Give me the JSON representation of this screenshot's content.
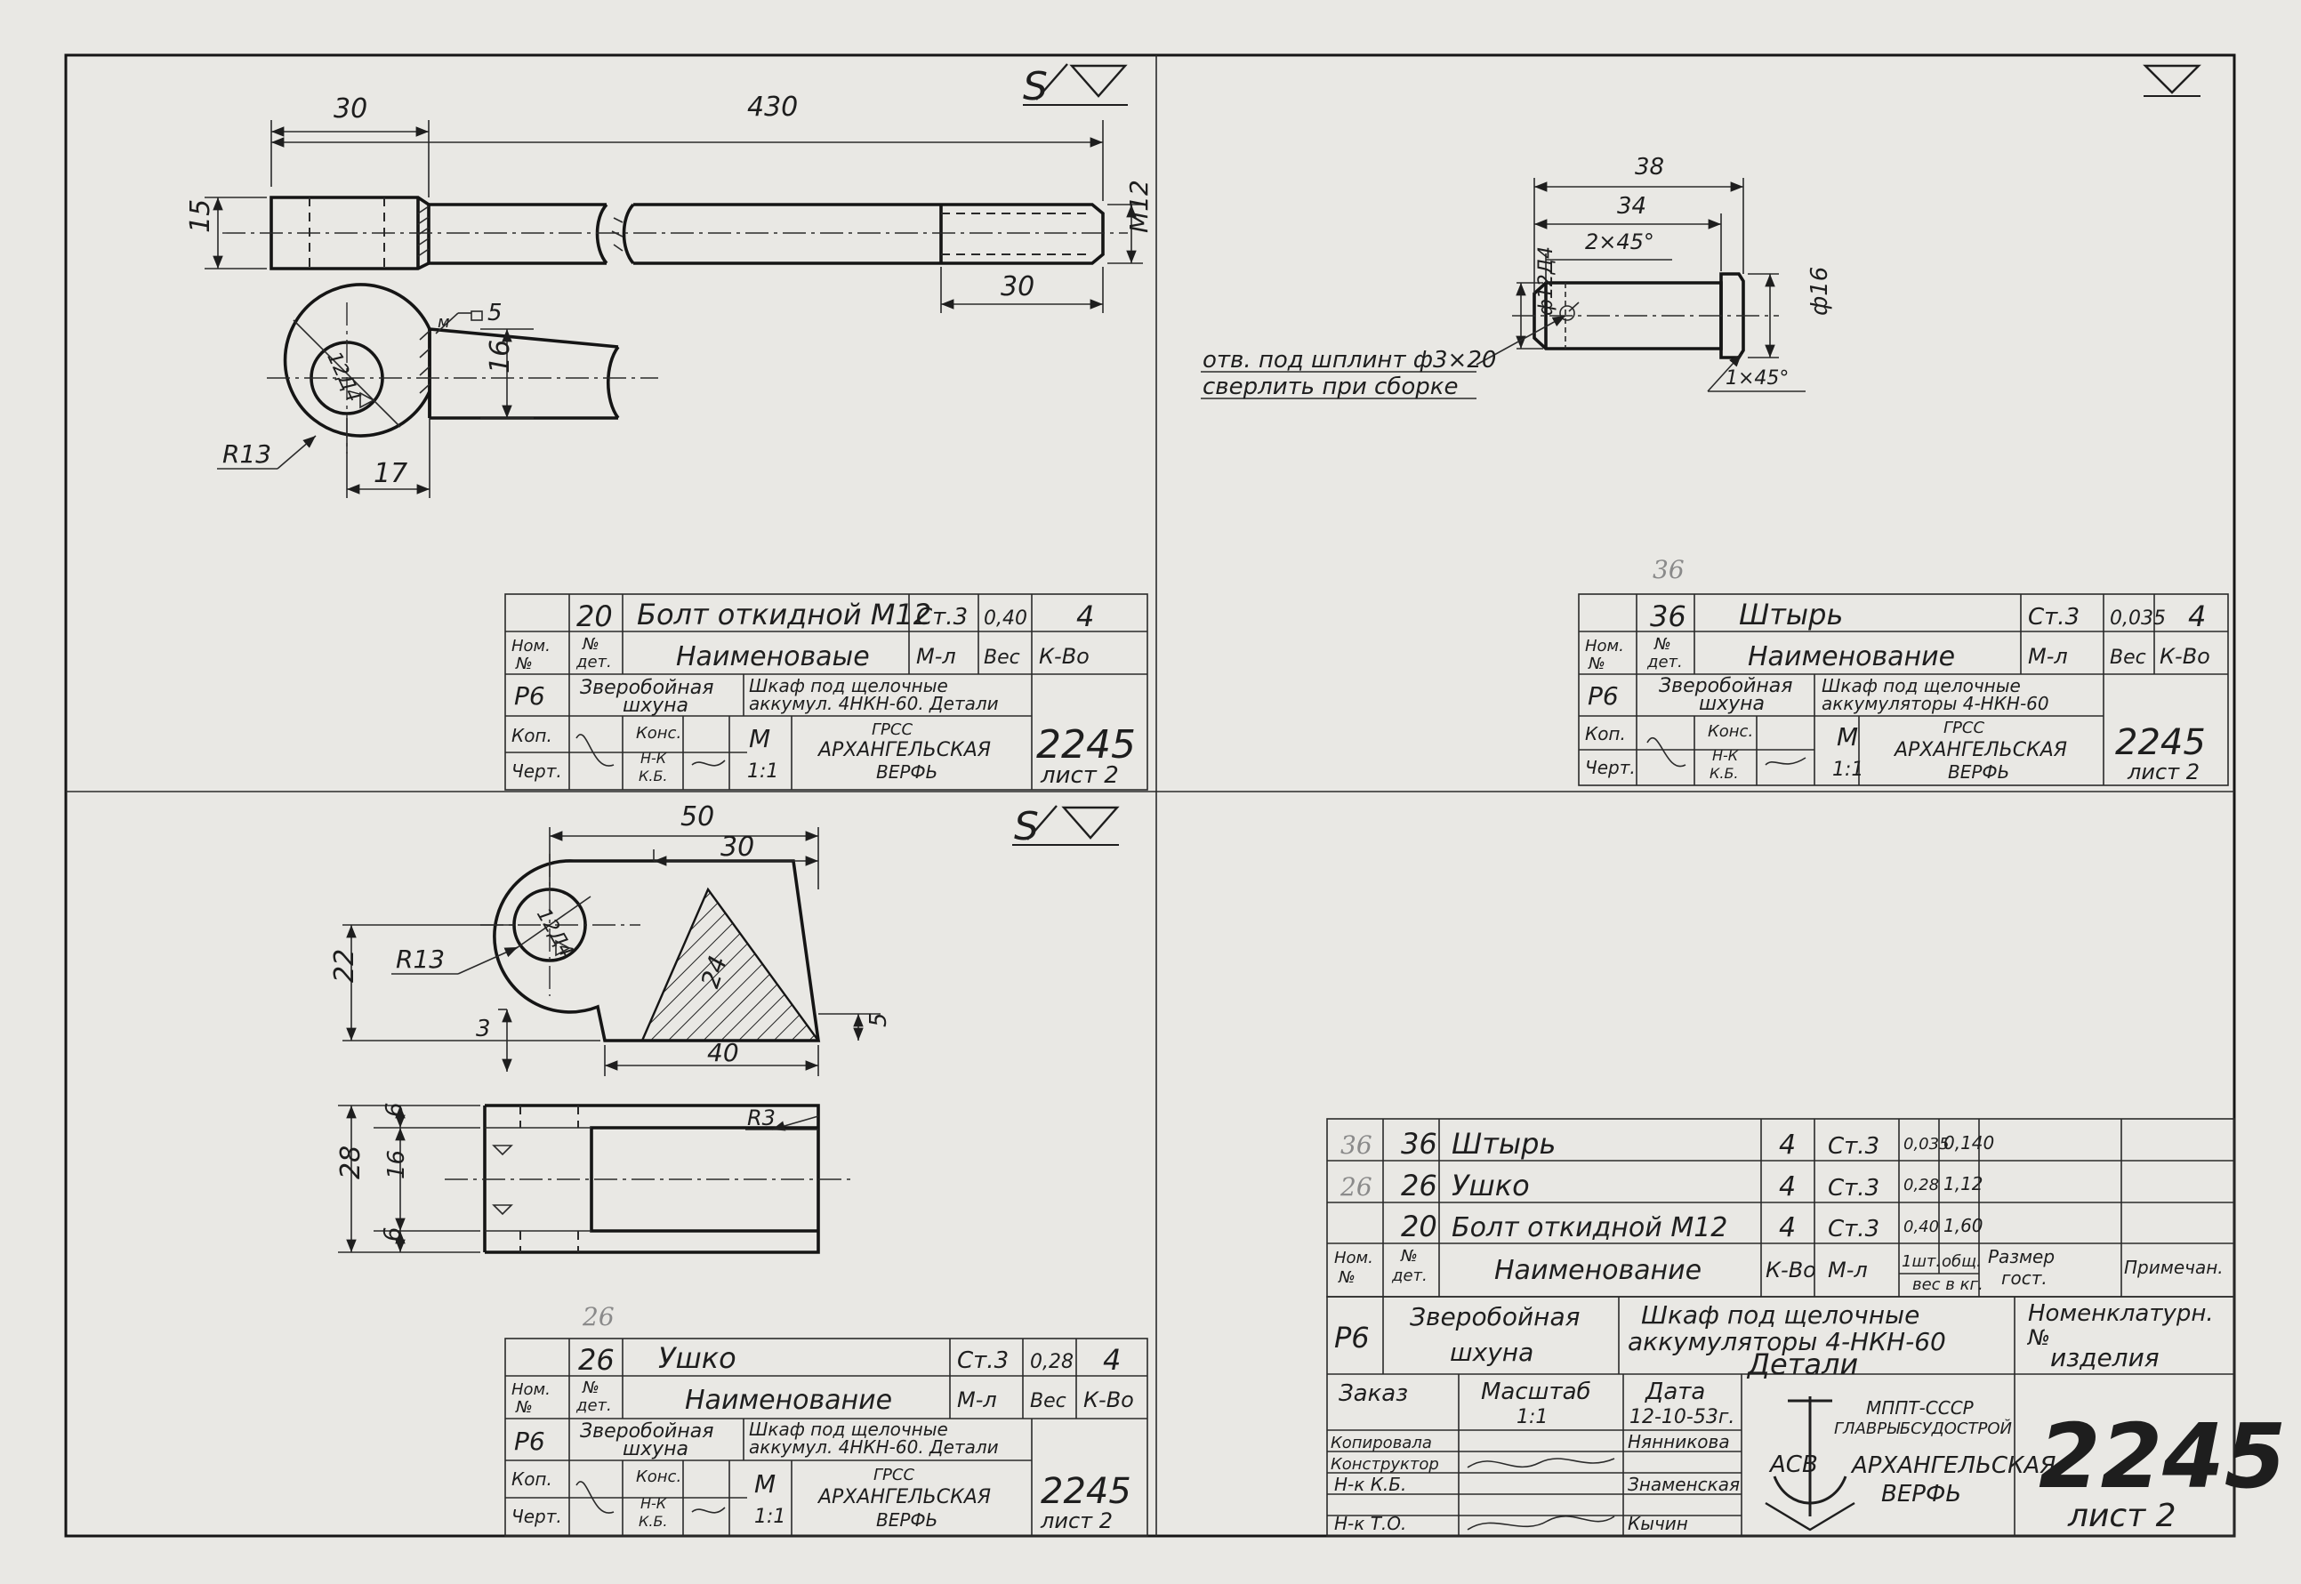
{
  "sheet": {
    "number": "2245",
    "sheet_label": "лист 2"
  },
  "common": {
    "header_nom": "Ном.",
    "header_no": "№",
    "header_no2": "дет.",
    "header_name": "Наименование",
    "header_name_alt": "Наименоваые",
    "header_mat": "М-л",
    "header_wt": "Вес",
    "header_qty": "К-Во",
    "rb": "Р6",
    "vessel1": "Зверобойная",
    "vessel2": "шхуна",
    "cab1": "Шкаф под щелочные",
    "cab2a": "аккумул. 4НКН-60. Детали",
    "cab2b": "аккумуляторы 4-НКН-60",
    "kop": "Коп.",
    "chert": "Черт.",
    "kons": "Конс.",
    "nk1": "Н-К",
    "nk2": "К.Б.",
    "m": "М",
    "scale": "1:1",
    "grss": "ГРСС",
    "yard1": "АРХАНГЕЛЬСКАЯ",
    "yard2": "ВЕРФЬ",
    "mat": "Ст.3"
  },
  "part20": {
    "no": "20",
    "name": "Болт откидной М12",
    "mat": "Ст.3",
    "wt": "0,40",
    "qty": "4"
  },
  "part36": {
    "no": "36",
    "name": "Штырь",
    "mat": "Ст.3",
    "wt": "0,035",
    "qty": "4",
    "pencil": "36"
  },
  "part26": {
    "no": "26",
    "name": "Ушко",
    "mat": "Ст.3",
    "wt": "0,28",
    "qty": "4",
    "pencil": "26"
  },
  "dims": {
    "d430": "430",
    "d30a": "30",
    "d15": "15",
    "m12": "М12",
    "d30b": "30",
    "d5": "5",
    "d16": "16",
    "r13": "R13",
    "d17": "17",
    "d12": "12Д4",
    "d38": "38",
    "d34": "34",
    "ch2": "2×45°",
    "d12p": "ф12Д4",
    "d16p": "ф16",
    "ch1": "1×45°",
    "note1": "отв. под шплинт ф3×20",
    "note2": "сверлить при сборке",
    "d50": "50",
    "d30c": "30",
    "d22": "22",
    "r13b": "R13",
    "d24": "24",
    "d3": "3",
    "d40": "40",
    "d5b": "5",
    "d12e": "12Д4",
    "r3": "R3",
    "d6a": "6",
    "d28": "28",
    "d16c": "16",
    "d6b": "6"
  },
  "surface_mark": "S",
  "bom": {
    "rows": [
      {
        "pencil": "36",
        "no": "36",
        "name": "Штырь",
        "qty": "4",
        "mat": "Ст.3",
        "w1": "0,035",
        "wt": "0,140"
      },
      {
        "pencil": "26",
        "no": "26",
        "name": "Ушко",
        "qty": "4",
        "mat": "Ст.3",
        "w1": "0,28",
        "wt": "1,12"
      },
      {
        "pencil": "",
        "no": "20",
        "name": "Болт откидной М12",
        "qty": "4",
        "mat": "Ст.3",
        "w1": "0,40",
        "wt": "1,60"
      }
    ],
    "h_qty": "К-Во",
    "h_one": "1шт.",
    "h_total": "общ.",
    "h_kg": "вес в кг.",
    "h_size1": "Размер",
    "h_size2": "гост.",
    "h_note": "Примечан.",
    "nomen1": "Номенклатурн.",
    "nomen2": "№",
    "nomen3": "изделия",
    "order": "Заказ",
    "scale_label": "Масштаб",
    "scale": "1:1",
    "date_label": "Дата",
    "date": "12-10-53г.",
    "copied": "Копировала",
    "designer": "Конструктор",
    "nk_kb": "Н-к К.Б.",
    "nk_to": "Н-к Т.О.",
    "copied_name": "Нянникова",
    "kb_name": "Знаменская",
    "to_name": "Кычин",
    "min1": "МППТ-СССР",
    "min2": "ГЛАВРЫБСУДОСТРОЙ",
    "yard1": "АРХАНГЕЛЬСКАЯ",
    "yard2": "ВЕРФЬ",
    "logo": "АСВ",
    "title1": "Шкаф под щелочные",
    "title2": "аккумуляторы 4-НКН-60",
    "title3": "Детали",
    "number": "2245",
    "sheet": "лист 2"
  }
}
